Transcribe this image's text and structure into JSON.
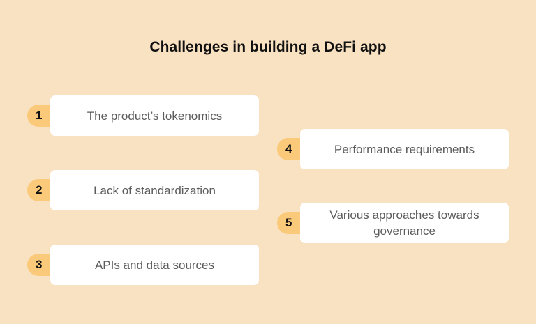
{
  "title": "Challenges in building a DeFi app",
  "colors": {
    "background": "#f9e2c2",
    "badge": "#fbc97a",
    "card": "#ffffff",
    "card_text": "#5b5b5b",
    "title_text": "#111111"
  },
  "items": [
    {
      "number": "1",
      "label": "The product’s tokenomics"
    },
    {
      "number": "2",
      "label": "Lack of standardization"
    },
    {
      "number": "3",
      "label": "APIs and data sources"
    },
    {
      "number": "4",
      "label": "Performance requirements"
    },
    {
      "number": "5",
      "label": "Various approaches towards governance"
    }
  ]
}
